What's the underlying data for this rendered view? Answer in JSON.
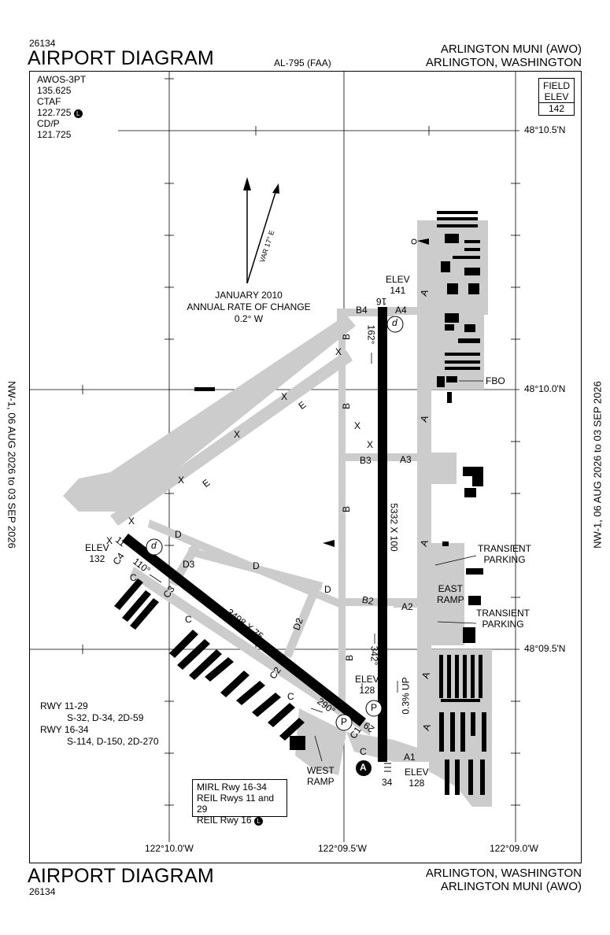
{
  "header": {
    "doc_number": "26134",
    "title": "AIRPORT DIAGRAM",
    "al_number": "AL-795 (FAA)",
    "airport_name": "ARLINGTON MUNI (AWO)",
    "location": "ARLINGTON, WASHINGTON"
  },
  "footer": {
    "title": "AIRPORT DIAGRAM",
    "doc_number": "26134",
    "location": "ARLINGTON, WASHINGTON",
    "airport_name": "ARLINGTON MUNI (AWO)"
  },
  "side_effective": "NW-1, 06 AUG 2026 to 03 SEP 2026",
  "frequencies": {
    "awos": "AWOS-3PT",
    "awos_freq": "135.625",
    "ctaf": "CTAF",
    "ctaf_freq": "122.725",
    "ctaf_badge": "L",
    "cdp": "CD/P",
    "cdp_freq": "121.725"
  },
  "field_elev": {
    "line1": "FIELD",
    "line2": "ELEV",
    "value": "142"
  },
  "latitudes": [
    "48°10.5'N",
    "48°10.0'N",
    "48°09.5'N"
  ],
  "longitudes": [
    "122°10.0'W",
    "122°09.5'W",
    "122°09.0'W"
  ],
  "magvar": {
    "var": "VAR 17° E",
    "line1": "JANUARY 2010",
    "line2": "ANNUAL RATE OF CHANGE",
    "line3": "0.2° W"
  },
  "runway_16_34": {
    "dimensions": "5332 X 100",
    "end_16": "16",
    "end_34": "34",
    "heading_south": "162°",
    "heading_north": "342°",
    "slope": "0.3% UP",
    "elev_north_label": "ELEV",
    "elev_north": "141",
    "elev_south_label": "ELEV",
    "elev_south": "128",
    "elev_mid_label": "ELEV",
    "elev_mid": "128"
  },
  "runway_11_29": {
    "dimensions": "3498 X 75",
    "end_11": "11",
    "end_29": "29",
    "heading_east": "110°",
    "heading_west": "290°",
    "elev_label": "ELEV",
    "elev": "132"
  },
  "taxiways": {
    "A": "A",
    "A1": "A1",
    "A2": "A2",
    "A3": "A3",
    "A4": "A4",
    "B": "B",
    "B2": "B2",
    "B3": "B3",
    "B4": "B4",
    "C": "C",
    "C1": "C1",
    "C2": "C2",
    "C3": "C3",
    "C4": "C4",
    "D": "D",
    "D2": "D2",
    "D3": "D3",
    "E": "E",
    "X": "X"
  },
  "labels": {
    "fbo": "FBO",
    "transient_parking_1_a": "TRANSIENT",
    "transient_parking_1_b": "PARKING",
    "transient_parking_2_a": "TRANSIENT",
    "transient_parking_2_b": "PARKING",
    "east_ramp_a": "EAST",
    "east_ramp_b": "RAMP",
    "west_ramp_a": "WEST",
    "west_ramp_b": "RAMP",
    "p_symbol": "P",
    "d_symbol": "d",
    "a4_symbol": "A"
  },
  "strength": {
    "rwy1": "RWY 11-29",
    "rwy1_val": "S-32, D-34, 2D-59",
    "rwy2": "RWY 16-34",
    "rwy2_val": "S-114, D-150, 2D-270"
  },
  "lighting": {
    "line1": "MIRL Rwy 16-34",
    "line2": "REIL Rwys 11 and 29",
    "line3": "REIL Rwy 16",
    "badge": "L"
  },
  "colors": {
    "pavement": "#cccccc",
    "runway": "#000000",
    "building": "#000000"
  }
}
